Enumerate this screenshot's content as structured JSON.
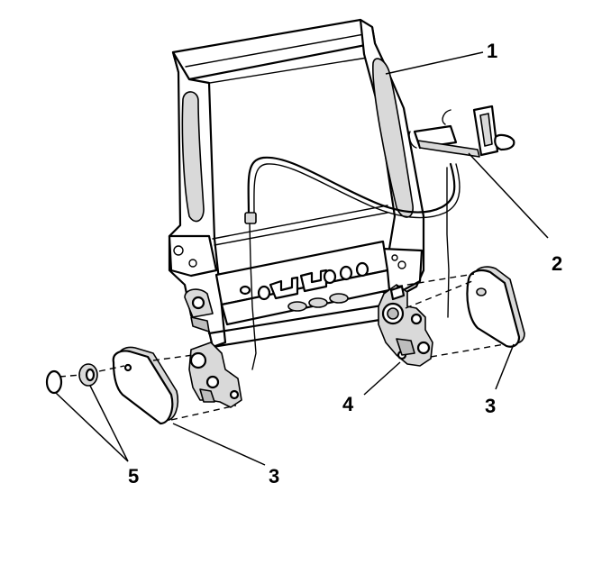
{
  "callouts": {
    "c1": "1",
    "c2": "2",
    "c3a": "3",
    "c3b": "3",
    "c4": "4",
    "c5": "5"
  },
  "colors": {
    "line": "#000000",
    "shade_light": "#d9d9d9",
    "shade_dark": "#bdbdbd",
    "background": "#ffffff"
  }
}
